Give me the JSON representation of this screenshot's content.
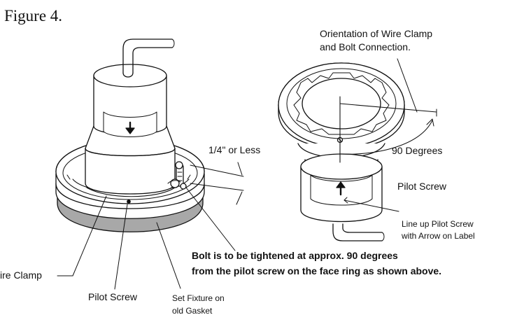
{
  "figure": {
    "title": "Figure 4."
  },
  "labels": {
    "orientation_line1": "Orientation of Wire Clamp",
    "orientation_line2": "and Bolt Connection.",
    "quarter_inch": "1/4\" or Less",
    "ninety_degrees": "90 Degrees",
    "pilot_screw_right": "Pilot Screw",
    "line_up_line1": "Line up Pilot Screw",
    "line_up_line2": "with Arrow on Label",
    "wire_clamp": "ire Clamp",
    "pilot_screw_left": "Pilot Screw",
    "set_fixture_line1": "Set Fixture on",
    "set_fixture_line2": "old Gasket",
    "bolt_note_line1": "Bolt is to be tightened at approx. 90  degrees",
    "bolt_note_line2": "from the pilot screw on the face ring as shown above."
  },
  "icons": {
    "down_arrow": "down-arrow-icon",
    "up_arrow": "up-arrow-icon"
  },
  "colors": {
    "line": "#111111",
    "gasket": "#a8a8a8",
    "background": "#ffffff"
  }
}
